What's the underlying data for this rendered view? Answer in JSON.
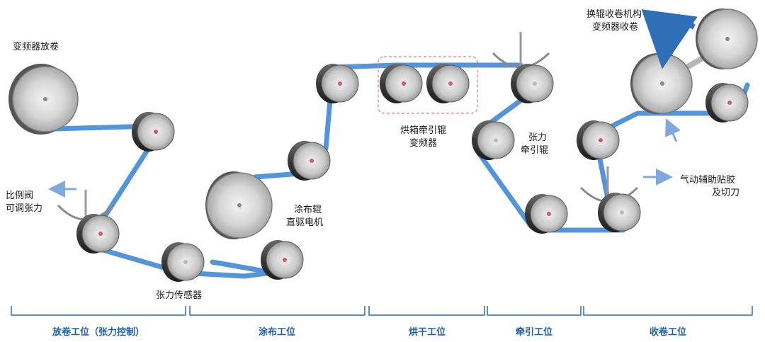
{
  "labels": {
    "unwind_inverter": "变频器放卷",
    "prop_valve_line1": "比例阀",
    "prop_valve_line2": "可调张力",
    "tension_sensor": "张力传感器",
    "coater_line1": "涂布辊",
    "coater_line2": "直驱电机",
    "oven_line1": "烘箱牵引辊",
    "oven_line2": "变频器",
    "tension_pull_line1": "张力",
    "tension_pull_line2": "牵引辊",
    "rewind_line1": "换辊收卷机构",
    "rewind_line2": "变频器收卷",
    "pneumatic_line1": "气动辅助贴胶",
    "pneumatic_line2": "及切刀"
  },
  "sections": [
    {
      "label": "放卷工位（张力控制）"
    },
    {
      "label": "涂布工位"
    },
    {
      "label": "烘干工位"
    },
    {
      "label": "牵引工位"
    },
    {
      "label": "收卷工位"
    }
  ],
  "colors": {
    "web": "#4a8fd6",
    "section_text": "#1f5fa8",
    "bracket": "#2f6fb8",
    "arrow": "#7fa8dc",
    "dashed_box": "#e07a80"
  }
}
